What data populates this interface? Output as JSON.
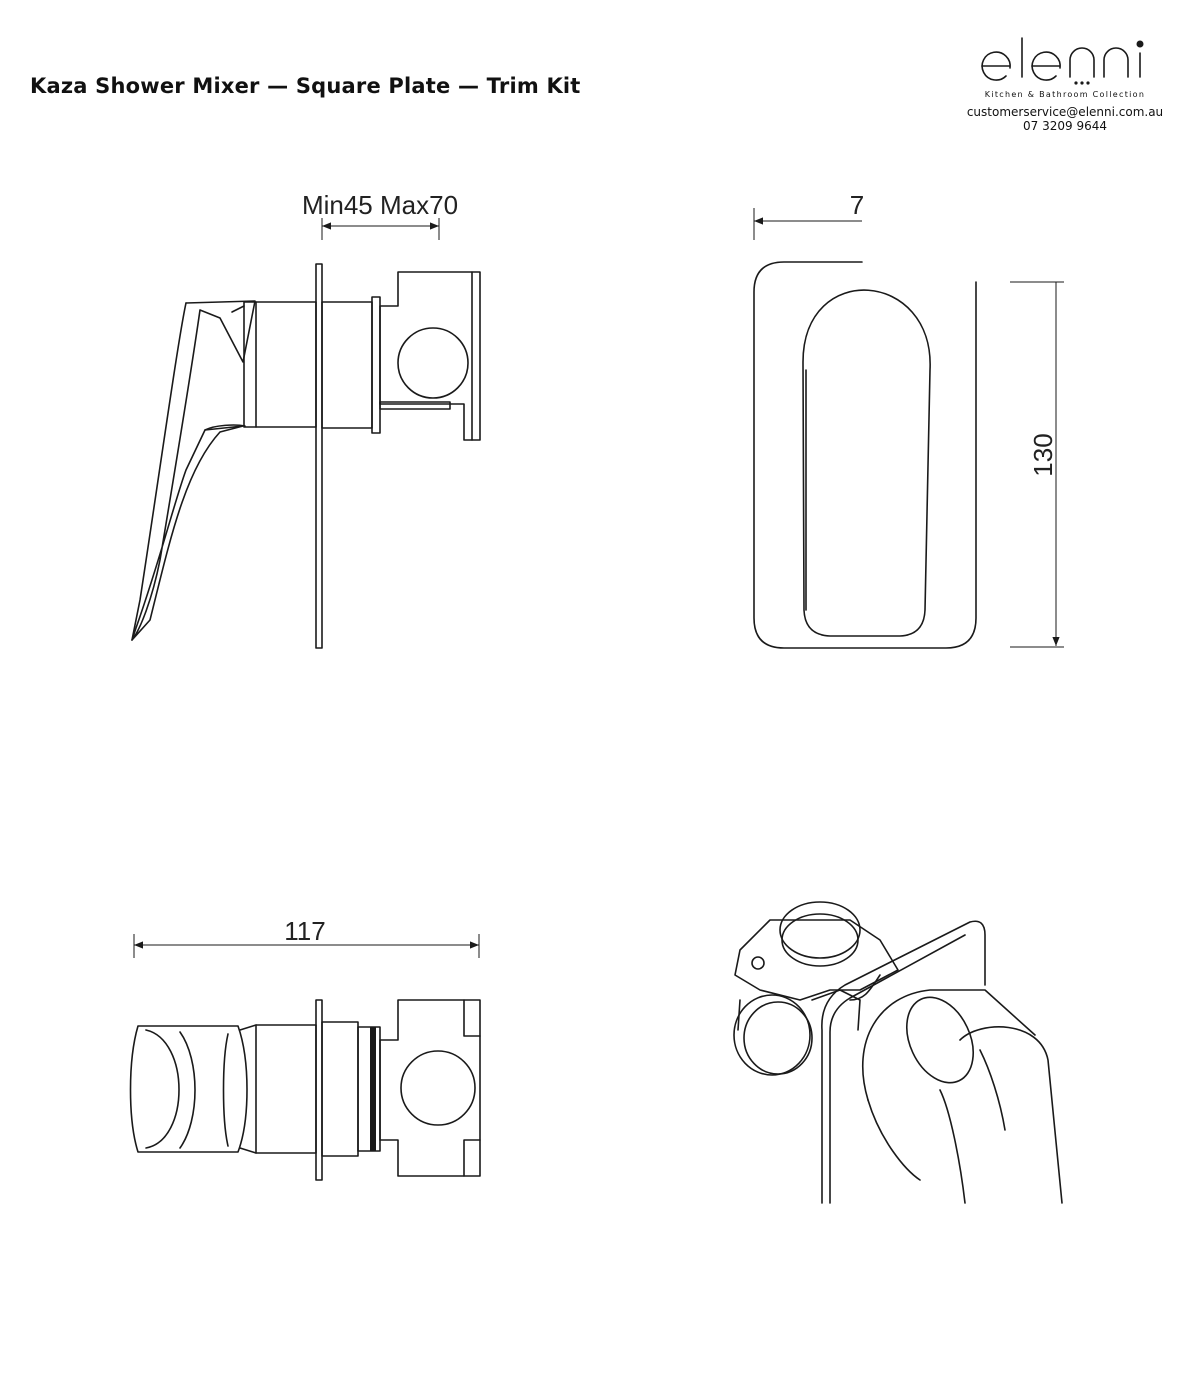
{
  "header": {
    "title": "Kaza Shower Mixer — Square Plate — Trim Kit"
  },
  "brand": {
    "logo_text": "elenni",
    "tagline": "Kitchen &  Bathroom Collection",
    "email": "customerservice@elenni.com.au",
    "phone": "07 3209 9644"
  },
  "dimensions": {
    "side_depth": "Min45 Max70",
    "plate_depth": "7",
    "plate_height": "130",
    "overall_length": "117"
  },
  "colors": {
    "line": "#1a1a1a",
    "background": "#ffffff"
  }
}
